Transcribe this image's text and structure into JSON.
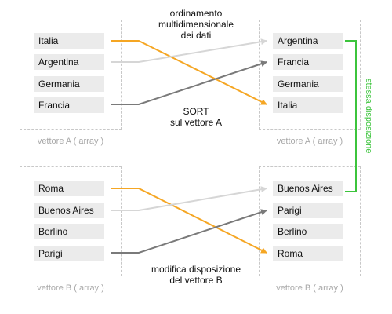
{
  "colors": {
    "orange": "#f5a623",
    "light_gray": "#d6d6d6",
    "dark_gray": "#7a7a7a",
    "green": "#3cc43c"
  },
  "top_label": {
    "line1": "ordinamento",
    "line2": "multidimensionale",
    "line3": "dei dati"
  },
  "sort_label": {
    "line1": "SORT",
    "line2": "sul vettore A"
  },
  "bottom_label": {
    "line1": "modifica disposizione",
    "line2": "del vettore B"
  },
  "side_label": "stessa disposizione",
  "vector_a": {
    "caption": "vettore A ( array )",
    "before": [
      "Italia",
      "Argentina",
      "Germania",
      "Francia"
    ],
    "after": [
      "Argentina",
      "Francia",
      "Germania",
      "Italia"
    ]
  },
  "vector_b": {
    "caption": "vettore B ( array )",
    "before": [
      "Roma",
      "Buenos Aires",
      "Berlino",
      "Parigi"
    ],
    "after": [
      "Buenos Aires",
      "Parigi",
      "Berlino",
      "Roma"
    ]
  }
}
